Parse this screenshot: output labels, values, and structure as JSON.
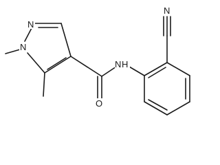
{
  "molecule": {
    "atoms": {
      "n_pyrazole_ring": "N",
      "n_pyrazole_methyl": "N",
      "n_amide": "N",
      "h_amide": "H",
      "o_carbonyl": "O",
      "n_nitrile": "N"
    }
  }
}
